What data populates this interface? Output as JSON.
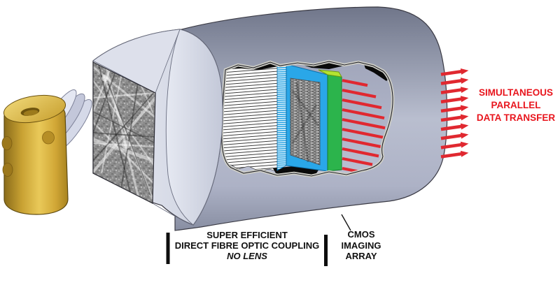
{
  "title": "Direct fibre optic coupled CMOS detector diagram",
  "labels": {
    "transfer": {
      "line1": "SIMULTANEOUS",
      "line2": "PARALLEL",
      "line3": "DATA TRANSFER"
    },
    "coupling": {
      "line1": "SUPER EFFICIENT",
      "line2": "DIRECT FIBRE OPTIC COUPLING",
      "line3": "NO LENS"
    },
    "cmos": {
      "line1": "CMOS",
      "line2": "IMAGING",
      "line3": "ARRAY"
    }
  },
  "diagram": {
    "arrow_count": 10,
    "signal_line_count": 10,
    "colors": {
      "label_red": "#e8151d",
      "arrow_red": "#e02830",
      "fiber_frame_blue": "#2aa7e8",
      "sensor_board_green": "#2cb44c",
      "board_top_yellow_green": "#b5e332",
      "detector_body_gray": "#b3b8cc",
      "sample_gold": "#d9b040"
    }
  }
}
